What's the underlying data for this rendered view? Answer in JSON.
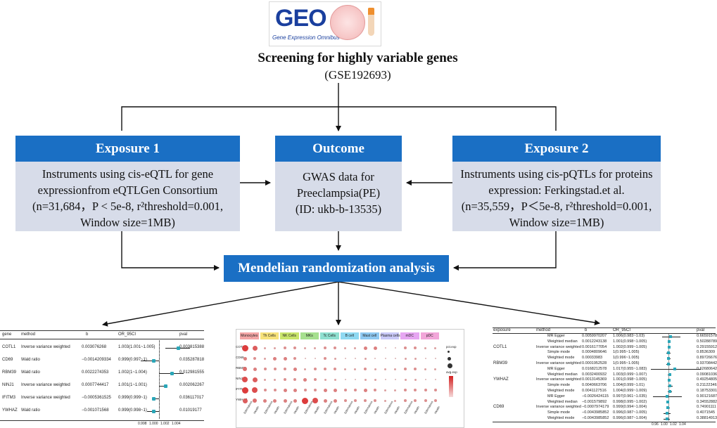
{
  "logo": {
    "word": "GEO",
    "subtitle": "Gene Expression Omnibus"
  },
  "header": {
    "title": "Screening for highly variable genes",
    "dataset": "(GSE192693)"
  },
  "exposure1": {
    "title": "Exposure 1",
    "lines": [
      "Instruments using cis-eQTL for gene",
      "expressionfrom eQTLGen Consortium",
      "(n=31,684，P < 5e-8, r²threshold=0.001,",
      "Window size=1MB)"
    ]
  },
  "outcome": {
    "title": "Outcome",
    "lines": [
      "GWAS data for",
      "Preeclampsia(PE)",
      "(ID: ukb-b-13535)"
    ]
  },
  "exposure2": {
    "title": "Exposure 2",
    "lines": [
      "Instruments using cis-pQTLs for proteins",
      "expression: Ferkingstad.et al.",
      "(n=35,559，P＜5e-8, r²threshold=0.001,",
      "Window size=1MB)"
    ]
  },
  "mr": {
    "title": "Mendelian randomization analysis"
  },
  "left_table": {
    "headers": [
      "gene",
      "method",
      "b",
      "OR_95CI",
      "pval"
    ],
    "rows": [
      {
        "gene": "COTL1",
        "method": "Inverse variance weighted",
        "b": "0.003076268",
        "or": "1.003(1.001~1.005)",
        "pval": "0.003815388",
        "est": 1.003,
        "lo": 1.001,
        "hi": 1.005
      },
      {
        "gene": "CD69",
        "method": "Wald ratio",
        "b": "−0.0014209334",
        "or": "0.999(0.997~1)",
        "pval": "0.035287818",
        "est": 0.999,
        "lo": 0.997,
        "hi": 1.0
      },
      {
        "gene": "RBM39",
        "method": "Wald ratio",
        "b": "0.0022274353",
        "or": "1.002(1~1.004)",
        "pval": "0.012981555",
        "est": 1.002,
        "lo": 1.0,
        "hi": 1.004
      },
      {
        "gene": "NINJ1",
        "method": "Inverse variance weighted",
        "b": "0.0007744417",
        "or": "1.001(1~1.001)",
        "pval": "0.002062267",
        "est": 1.001,
        "lo": 1.0,
        "hi": 1.001
      },
      {
        "gene": "IFITM3",
        "method": "Inverse variance weighted",
        "b": "−0.0005361525",
        "or": "0.999(0.999~1)",
        "pval": "0.036117017",
        "est": 0.999,
        "lo": 0.999,
        "hi": 1.0
      },
      {
        "gene": "YWHAZ",
        "method": "Wald ratio",
        "b": "−0.001071568",
        "or": "0.999(0.998~1)",
        "pval": "0.01019177",
        "est": 0.999,
        "lo": 0.998,
        "hi": 1.0
      }
    ],
    "axis_ticks": [
      "0.998",
      "1.000",
      "1.002",
      "1.004"
    ]
  },
  "dotplot": {
    "groups": [
      "Monocytes",
      "Th Cells",
      "NK Cells",
      "MKs",
      "Tc Cells",
      "B cell",
      "Mast cell",
      "Plasma cells",
      "mDC",
      "pDC"
    ],
    "group_colors": [
      "#f4a6a6",
      "#f7e27a",
      "#c9e56b",
      "#a6e08f",
      "#8fe0d0",
      "#8fd9f2",
      "#8fc9f2",
      "#c9c9f7",
      "#e6a6f2",
      "#f2a6d9"
    ],
    "genes": [
      "COTL1",
      "CD69",
      "RBM39",
      "NINJ1",
      "IFITM3",
      "YWHAZ"
    ],
    "conditions": [
      "Edematous",
      "Health"
    ],
    "legend_size_title": "pct.exp",
    "legend_color_title": "avg.exp"
  },
  "right_table": {
    "headers": [
      "exposure",
      "method",
      "b",
      "OR_95CI",
      "pval"
    ],
    "rows": [
      {
        "exposure": "",
        "method": "MR Egger",
        "b": "0.0059970207",
        "or": "1.006(0.983~1.03)",
        "pval": "0.66591578"
      },
      {
        "exposure": "",
        "method": "Weighted median",
        "b": "0.0012243138",
        "or": "1.001(0.998~1.005)",
        "pval": "0.50288789"
      },
      {
        "exposure": "COTL1",
        "method": "Inverse variance weighted",
        "b": "0.0016177054",
        "or": "1.002(0.999~1.005)",
        "pval": "0.29155912"
      },
      {
        "exposure": "",
        "method": "Simple mode",
        "b": "0.0004809646",
        "or": "1(0.995~1.005)",
        "pval": "0.8536309"
      },
      {
        "exposure": "",
        "method": "Weighted mode",
        "b": "0.00033983",
        "or": "1(0.996~1.005)",
        "pval": "0.89726676"
      },
      {
        "exposure": "RBM39",
        "method": "Inverse variance weighted",
        "b": "0.0001952528",
        "or": "1(0.995~1.005)",
        "pval": "0.93708442"
      },
      {
        "exposure": "",
        "method": "MR Egger",
        "b": "0.0168212578",
        "or": "1.017(0.955~1.083)",
        "pval": "0.62680642"
      },
      {
        "exposure": "",
        "method": "Weighted median",
        "b": "0.0032400932",
        "or": "1.003(0.999~1.007)",
        "pval": "0.09081036"
      },
      {
        "exposure": "YWHAZ",
        "method": "Inverse variance weighted",
        "b": "0.0013145369",
        "or": "1.001(0.998~1.005)",
        "pval": "0.49254805"
      },
      {
        "exposure": "",
        "method": "Simple mode",
        "b": "0.0040663706",
        "or": "1.004(0.999~1.01)",
        "pval": "0.21122346"
      },
      {
        "exposure": "",
        "method": "Weighted mode",
        "b": "0.0041127516",
        "or": "1.004(0.999~1.009)",
        "pval": "0.18753301"
      },
      {
        "exposure": "",
        "method": "MR Egger",
        "b": "−0.0026424115",
        "or": "0.997(0.961~1.035)",
        "pval": "0.90121687"
      },
      {
        "exposure": "",
        "method": "Weighted median",
        "b": "−0.001579892",
        "or": "0.998(0.995~1.002)",
        "pval": "0.34552882"
      },
      {
        "exposure": "CD69",
        "method": "Inverse variance weighted",
        "b": "−0.0007974179",
        "or": "0.999(0.994~1.004)",
        "pval": "0.74901111"
      },
      {
        "exposure": "",
        "method": "Simple mode",
        "b": "−0.0043985852",
        "or": "0.996(0.987~1.005)",
        "pval": "0.4071545"
      },
      {
        "exposure": "",
        "method": "Weighted mode",
        "b": "−0.0043985852",
        "or": "0.996(0.987~1.004)",
        "pval": "0.38814913"
      }
    ],
    "axis_ticks": [
      "0.96",
      "1.00",
      "1.02",
      "1.04"
    ]
  },
  "colors": {
    "box_header": "#1a6fc4",
    "box_body": "#d7dce9",
    "forest_point": "#2aa6b8"
  }
}
